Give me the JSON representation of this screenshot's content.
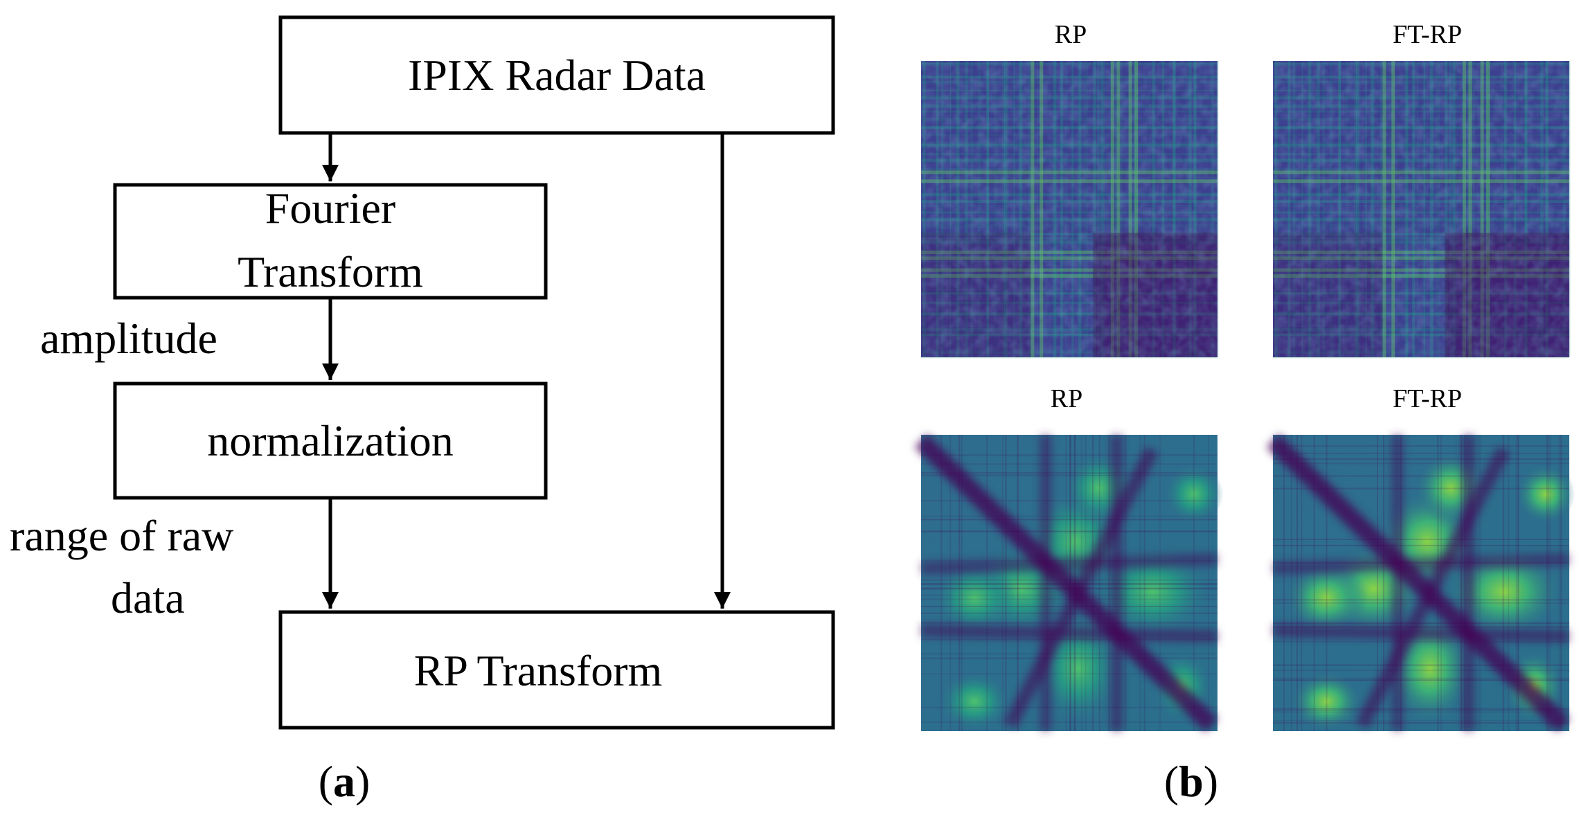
{
  "flowchart": {
    "nodes": {
      "ipix": "IPIX Radar Data",
      "fourier_line1": "Fourier",
      "fourier_line2": "Transform",
      "normalization": "normalization",
      "rp_transform": "RP Transform"
    },
    "edge_labels": {
      "amplitude": "amplitude",
      "range_line1": "range of raw",
      "range_line2": "data"
    },
    "caption_letter": "a"
  },
  "plots": {
    "top_left_title": "RP",
    "top_right_title": "FT-RP",
    "bottom_left_title": "RP",
    "bottom_right_title": "FT-RP",
    "caption_letter": "b",
    "colormap": [
      "#440154",
      "#3b528b",
      "#21918c",
      "#5ec962",
      "#fde725"
    ]
  }
}
